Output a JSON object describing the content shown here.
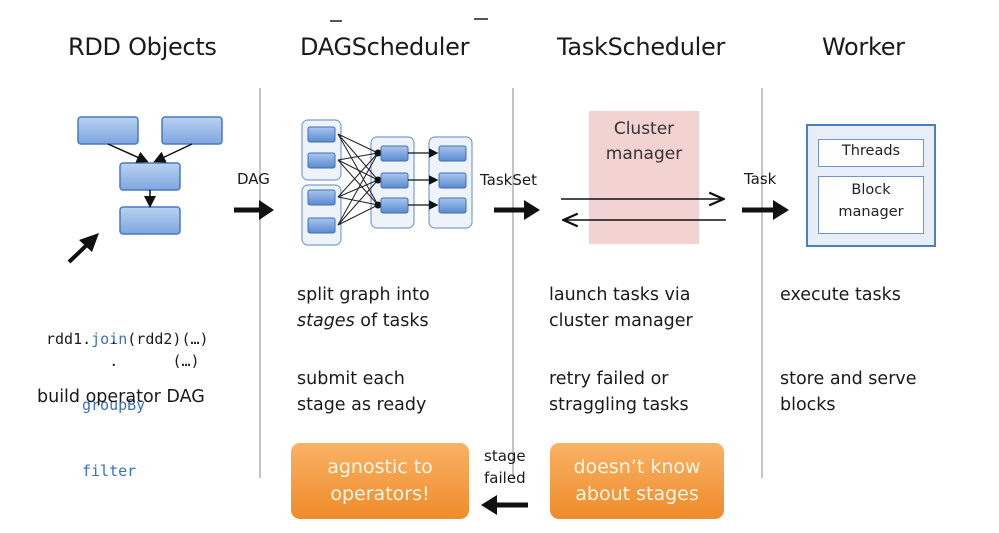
{
  "columns": {
    "rdd_objects": "RDD Objects",
    "dag_scheduler": "DAGScheduler",
    "task_scheduler": "TaskScheduler",
    "worker": "Worker"
  },
  "arrows": {
    "dag": "DAG",
    "taskset": "TaskSet",
    "task": "Task",
    "stage_failed_line1": "stage",
    "stage_failed_line2": "failed"
  },
  "rdd": {
    "code_line1_a": "rdd1.",
    "code_line1_kw": "join",
    "code_line1_b": "(rdd2)",
    "code_line2_a": "   .",
    "code_line2_kw": "groupBy",
    "code_line2_b": "(…)",
    "code_line3_a": "   .",
    "code_line3_kw": "filter",
    "code_line3_b": "(…)",
    "description": "build operator DAG"
  },
  "dag": {
    "desc1_line1": "split graph into",
    "desc1_line2_italic": "stages",
    "desc1_line2_rest": " of tasks",
    "desc2_line1": "submit each",
    "desc2_line2": "stage as ready",
    "badge_line1": "agnostic to",
    "badge_line2": "operators!"
  },
  "task": {
    "cluster_line1": "Cluster",
    "cluster_line2": "manager",
    "desc1_line1": "launch tasks via",
    "desc1_line2": "cluster manager",
    "desc2_line1": "retry failed or",
    "desc2_line2": "straggling tasks",
    "badge_line1": "doesn’t know",
    "badge_line2": "about stages"
  },
  "worker": {
    "threads": "Threads",
    "block_line1": "Block",
    "block_line2": "manager",
    "desc1": "execute tasks",
    "desc2_line1": "store and serve",
    "desc2_line2": "blocks"
  },
  "colors": {
    "node_fill": "#86aee3",
    "node_stroke": "#4a79bf",
    "badge_orange": "#f29a3d",
    "cluster_pink": "#f3d3d2",
    "divider": "#c4c4c4"
  }
}
